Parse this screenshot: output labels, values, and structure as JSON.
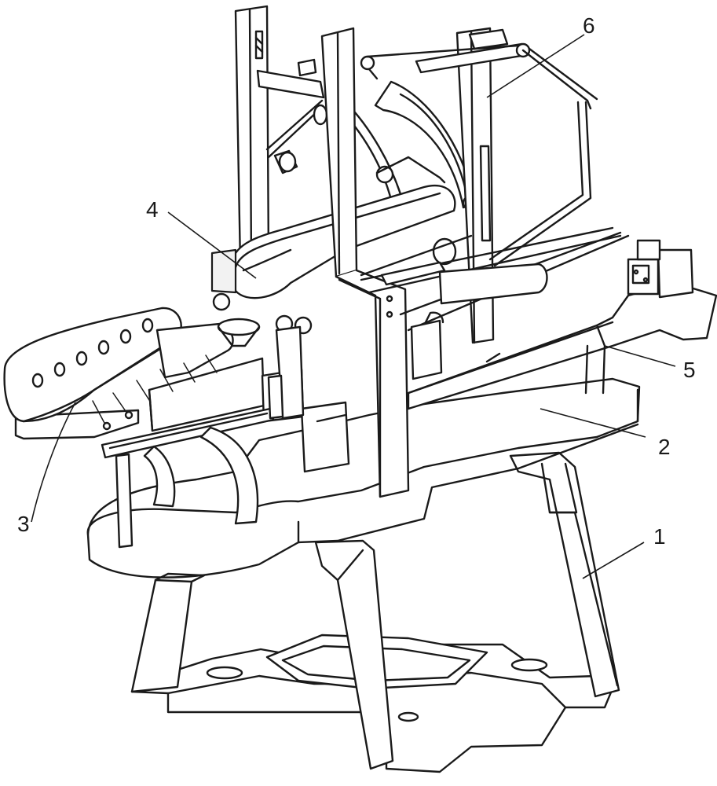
{
  "figure": {
    "reference_labels": [
      {
        "id": "1",
        "text": "1"
      },
      {
        "id": "2",
        "text": "2"
      },
      {
        "id": "3",
        "text": "3"
      },
      {
        "id": "4",
        "text": "4"
      },
      {
        "id": "5",
        "text": "5"
      },
      {
        "id": "6",
        "text": "6"
      }
    ]
  },
  "colors": {
    "line": "#1a1a1a",
    "background": "#ffffff"
  }
}
